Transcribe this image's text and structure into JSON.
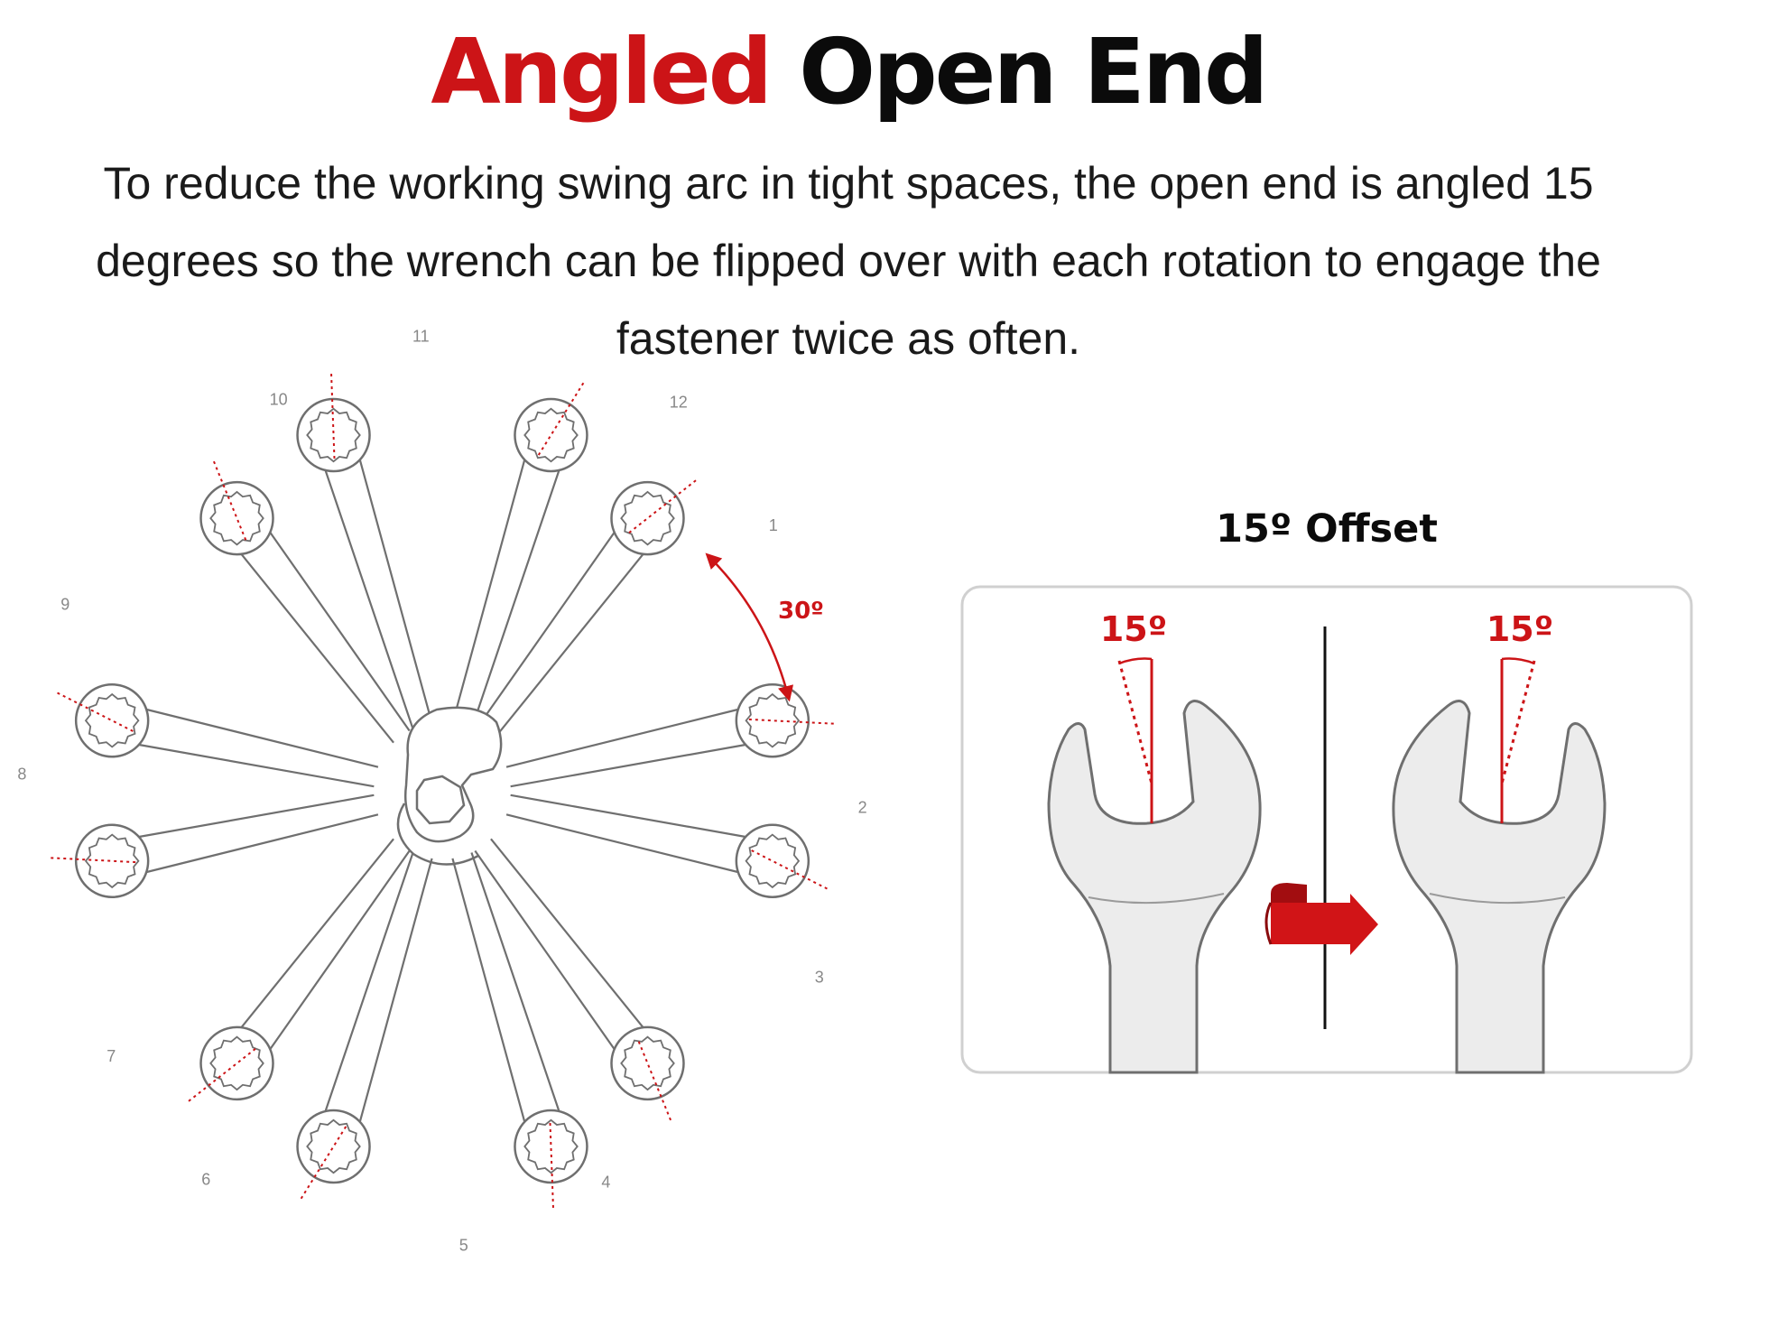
{
  "header": {
    "title_accent": "Angled",
    "title_rest": "Open End",
    "description": "To reduce the working swing arc in tight spaces, the open end is angled 15 degrees so the wrench can be flipped over with each rotation to engage the fastener twice as often."
  },
  "rotation_diagram": {
    "positions": [
      "1",
      "2",
      "3",
      "4",
      "5",
      "6",
      "7",
      "8",
      "9",
      "10",
      "11",
      "12"
    ],
    "arc_label": "30º"
  },
  "offset_diagram": {
    "title": "15º Offset",
    "left_angle_label": "15º",
    "right_angle_label": "15º"
  },
  "colors": {
    "accent": "#cc1417",
    "text": "#0b0b0b",
    "wrench_fill": "#ececec",
    "outline": "#6f6f6f"
  }
}
